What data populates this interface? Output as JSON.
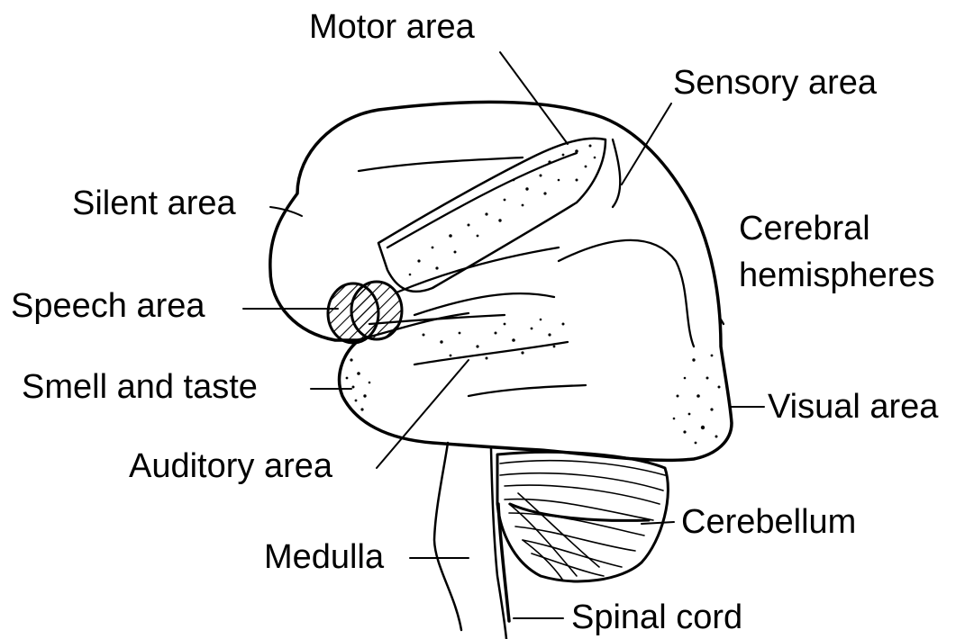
{
  "labels": {
    "motor_area": "Motor area",
    "sensory_area": "Sensory area",
    "silent_area": "Silent area",
    "cerebral": "Cerebral",
    "hemispheres": "hemispheres",
    "speech_area": "Speech area",
    "smell_and_taste": "Smell and taste",
    "visual_area": "Visual area",
    "auditory_area": "Auditory area",
    "cerebellum": "Cerebellum",
    "medulla": "Medulla",
    "spinal_cord": "Spinal cord"
  },
  "colors": {
    "ink": "#000000",
    "background": "#ffffff"
  }
}
